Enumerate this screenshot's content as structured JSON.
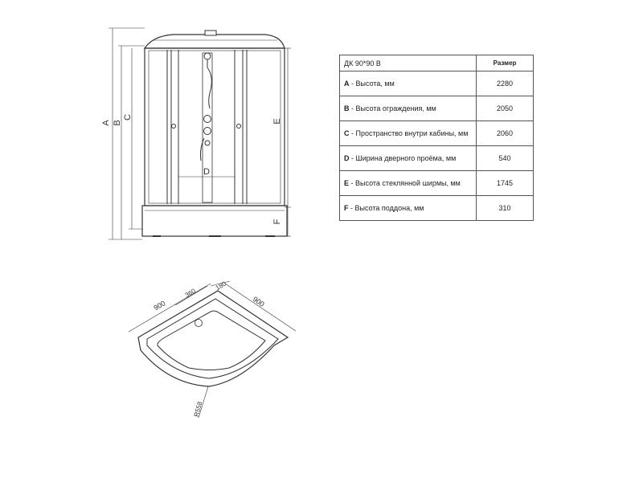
{
  "front_view": {
    "dimension_letters": {
      "a": "A",
      "b": "B",
      "c": "C",
      "d": "D",
      "e": "E",
      "f": "F"
    }
  },
  "top_view": {
    "dimensions": {
      "side_left": "900",
      "side_right": "900",
      "offset": "360",
      "small": "180",
      "radius": "R558"
    }
  },
  "table": {
    "title": "ДК 90*90 В",
    "size_header": "Размер",
    "rows": [
      {
        "letter": "A",
        "label": " - Высота, мм",
        "value": "2280"
      },
      {
        "letter": "B",
        "label": " - Высота ограждения, мм",
        "value": "2050"
      },
      {
        "letter": "C",
        "label": " - Пространство внутри кабины, мм",
        "value": "2060"
      },
      {
        "letter": "D",
        "label": " - Ширина дверного проёма, мм",
        "value": "540"
      },
      {
        "letter": "E",
        "label": " - Высота стеклянной ширмы, мм",
        "value": "1745"
      },
      {
        "letter": "F",
        "label": " - Высота поддона, мм",
        "value": "310"
      }
    ]
  }
}
